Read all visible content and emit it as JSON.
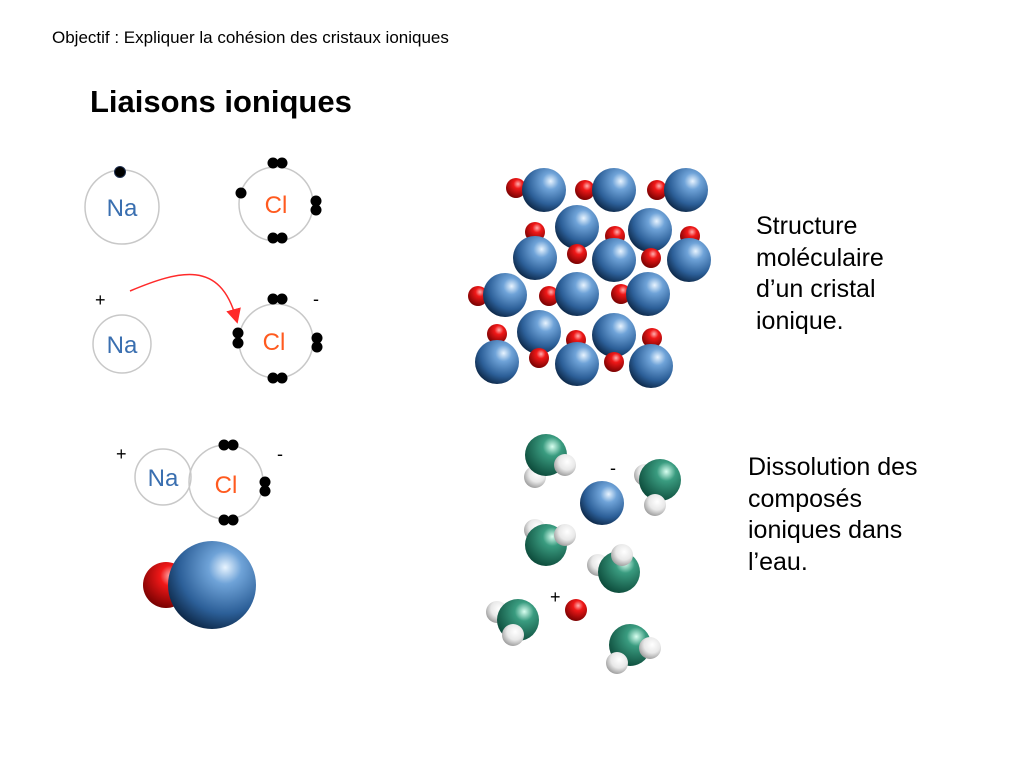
{
  "slide": {
    "objective": "Objectif : Expliquer la cohésion des cristaux ioniques",
    "title": "Liaisons ioniques",
    "crystal_caption": [
      "Structure",
      "moléculaire",
      "d’un cristal",
      "ionique."
    ],
    "dissolution_caption": [
      "Dissolution des",
      "composés",
      "ioniques dans",
      "l’eau."
    ]
  },
  "diagram": {
    "sodium_symbol": "Na",
    "chlorine_symbol": "Cl",
    "plus_sign": "+",
    "minus_sign": "-"
  },
  "colors": {
    "sodium_text": "#3a6fb0",
    "chlorine_text": "#ff5a1f",
    "arrow": "#ff2a2a",
    "chloride_sphere": "#2f65a0",
    "sodium_sphere": "#e01010",
    "water_oxygen": "#2a8a70"
  }
}
